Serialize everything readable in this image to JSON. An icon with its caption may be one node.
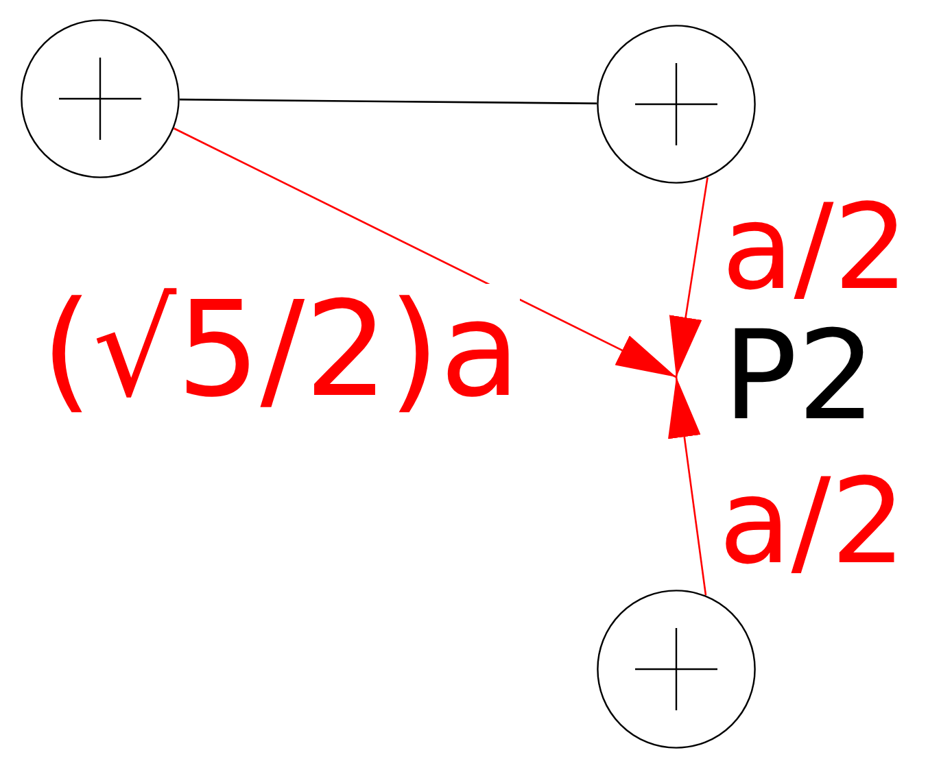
{
  "diagram": {
    "nodes": [
      {
        "text": [],
        "shape": "circle"
      },
      {
        "text": [],
        "shape": "circle"
      },
      {
        "text": [],
        "shape": "circle"
      },
      {
        "text": [
          "P2"
        ]
      }
    ],
    "edges": [
      {
        "from": 0,
        "to": 1,
        "arrow": "none",
        "color": "#000000"
      },
      {
        "from": 0,
        "to": 3,
        "arrow": "to",
        "label": "(√5/2)a",
        "color": "#ff0000"
      },
      {
        "from": 1,
        "to": 3,
        "arrow": "to",
        "label": "a/2",
        "color": "#ff0000"
      },
      {
        "from": 2,
        "to": 3,
        "arrow": "to",
        "label": "a/2",
        "color": "#ff0000"
      }
    ]
  }
}
